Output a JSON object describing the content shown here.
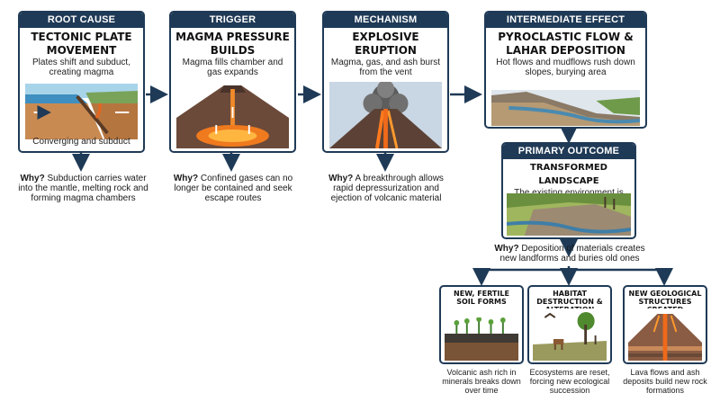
{
  "stages": [
    {
      "header": "ROOT CAUSE",
      "title": "TECTONIC PLATE MOVEMENT",
      "desc": "Plates shift and subduct, creating magma",
      "caption": "Converging and subduct"
    },
    {
      "header": "TRIGGER",
      "title": "MAGMA PRESSURE BUILDS",
      "desc": "Magma fills chamber and gas expands"
    },
    {
      "header": "MECHANISM",
      "title": "EXPLOSIVE ERUPTION",
      "desc": "Magma, gas, and ash burst from the vent"
    },
    {
      "header": "INTERMEDIATE EFFECT",
      "title": "PYROCLASTIC FLOW & LAHAR DEPOSITION",
      "desc": "Hot flows and mudflows rush down slopes, burying area"
    }
  ],
  "primary": {
    "header": "PRIMARY OUTCOME",
    "title": "TRANSFORMED LANDSCAPE",
    "desc": "The existing environment is buried and altered"
  },
  "why": {
    "label": "Why?",
    "w1": "Subduction carries water into the mantle, melting rock and forming magma chambers",
    "w2": "Confined gases can no longer be contained and seek escape routes",
    "w3": "A breakthrough allows rapid depressurization and ejection of volcanic material",
    "w4": "Deposition of materials creates new landforms and buries old ones"
  },
  "outcomes": [
    {
      "title": "NEW, FERTILE SOIL FORMS",
      "desc": "Volcanic ash rich in minerals breaks down over time"
    },
    {
      "title": "HABITAT DESTRUCTION & ALTERATION",
      "desc": "Ecosystems are reset, forcing new ecological succession"
    },
    {
      "title": "NEW GEOLOGICAL STRUCTURES CREATED",
      "desc": "Lava flows and ash deposits build new rock formations"
    }
  ],
  "colors": {
    "navy": "#1f3a56",
    "lava": "#e8641e",
    "ash": "#6e6e6e"
  }
}
